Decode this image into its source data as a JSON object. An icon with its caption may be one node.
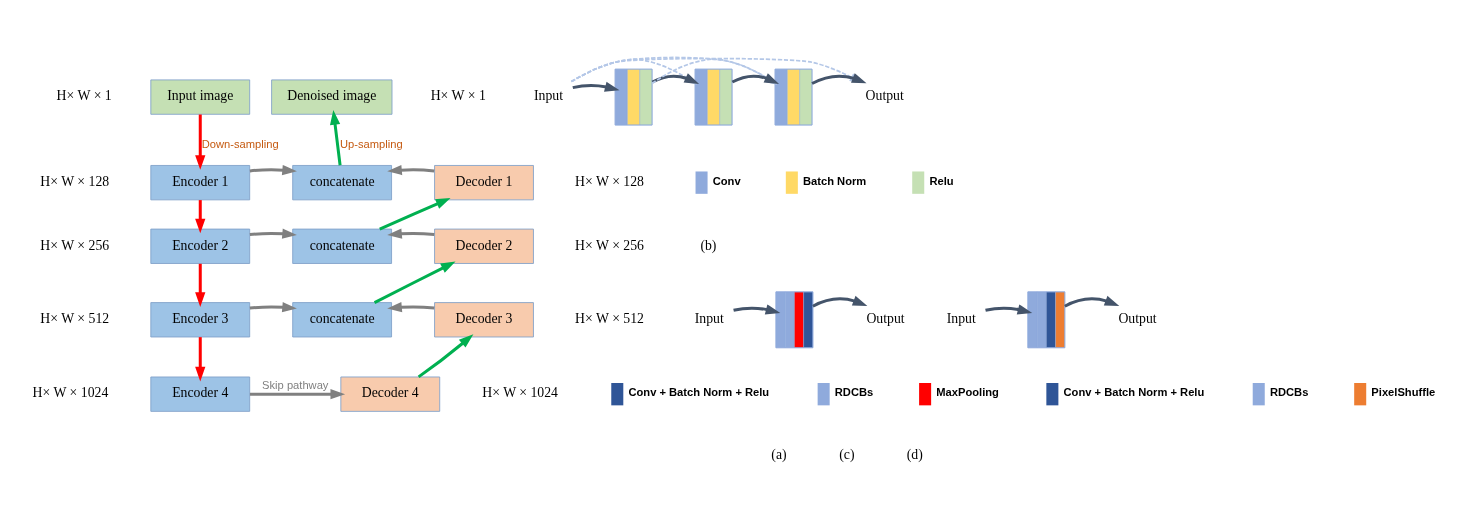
{
  "diagram": {
    "nodes": [
      {
        "text": [
          "Input image"
        ],
        "beside": [
          "H× W × 1"
        ]
      },
      {
        "text": [
          "Encoder 1"
        ],
        "beside": [
          "H× W × 128"
        ]
      },
      {
        "text": [
          "Encoder 2"
        ],
        "beside": [
          "H× W × 256"
        ]
      },
      {
        "text": [
          "Encoder 3"
        ],
        "beside": [
          "H× W × 512"
        ]
      },
      {
        "text": [
          "Encoder 4"
        ],
        "beside": [
          "H× W × 1024"
        ]
      },
      {
        "text": [
          "concatenate"
        ]
      },
      {
        "text": [
          "concatenate"
        ]
      },
      {
        "text": [
          "concatenate"
        ]
      },
      {
        "text": [
          "Denoised image"
        ],
        "beside": [
          "H× W × 1"
        ]
      },
      {
        "text": [
          "Decoder 1"
        ],
        "beside": [
          "H× W × 128"
        ]
      },
      {
        "text": [
          "Decoder 2"
        ],
        "beside": [
          "H× W × 256"
        ]
      },
      {
        "text": [
          "Decoder 3"
        ],
        "beside": [
          "H× W × 512"
        ]
      },
      {
        "text": [
          "Decoder 4"
        ],
        "beside": [
          "H× W × 1024"
        ]
      },
      {
        "text": [
          "Input"
        ]
      },
      {
        "text": [],
        "shape": "box"
      },
      {
        "text": [],
        "shape": "box"
      },
      {
        "text": [],
        "shape": "box"
      },
      {
        "text": [
          "Output"
        ]
      },
      {
        "text": [
          "Input"
        ]
      },
      {
        "text": [],
        "shape": "box"
      },
      {
        "text": [
          "Output"
        ]
      },
      {
        "text": [
          "Input"
        ]
      },
      {
        "text": [],
        "shape": "box"
      },
      {
        "text": [
          "Output"
        ]
      }
    ],
    "edges": [
      {
        "from": 0,
        "to": 1,
        "arrow": "to",
        "label": "Down-sampling",
        "color": "#ff0000"
      },
      {
        "from": 1,
        "to": 2,
        "arrow": "to",
        "color": "#ff0000"
      },
      {
        "from": 2,
        "to": 3,
        "arrow": "to",
        "color": "#ff0000"
      },
      {
        "from": 3,
        "to": 4,
        "arrow": "to",
        "color": "#ff0000"
      },
      {
        "from": 1,
        "to": 5,
        "arrow": "to",
        "color": "#808080"
      },
      {
        "from": 2,
        "to": 6,
        "arrow": "to",
        "color": "#808080"
      },
      {
        "from": 3,
        "to": 7,
        "arrow": "to",
        "color": "#808080"
      },
      {
        "from": 9,
        "to": 5,
        "arrow": "to",
        "color": "#808080"
      },
      {
        "from": 10,
        "to": 6,
        "arrow": "to",
        "color": "#808080"
      },
      {
        "from": 11,
        "to": 7,
        "arrow": "to",
        "color": "#808080"
      },
      {
        "from": 4,
        "to": 12,
        "arrow": "to",
        "label": "Skip pathway",
        "color": "#808080"
      },
      {
        "from": 12,
        "to": 11,
        "arrow": "to",
        "color": "#00b050"
      },
      {
        "from": 7,
        "to": 10,
        "arrow": "to",
        "color": "#00b050"
      },
      {
        "from": 6,
        "to": 9,
        "arrow": "to",
        "color": "#00b050"
      },
      {
        "from": 5,
        "to": 8,
        "arrow": "to",
        "label": "Up-sampling",
        "color": "#00b050"
      },
      {
        "from": 13,
        "to": 14,
        "arrow": "to"
      },
      {
        "from": 14,
        "to": 15,
        "arrow": "to"
      },
      {
        "from": 15,
        "to": 16,
        "arrow": "to"
      },
      {
        "from": 16,
        "to": 17,
        "arrow": "to"
      },
      {
        "from": 13,
        "to": 15,
        "arrow": "to",
        "style": "dashed",
        "color": "#b4c7e7"
      },
      {
        "from": 14,
        "to": 16,
        "arrow": "to",
        "style": "dashed",
        "color": "#b4c7e7"
      },
      {
        "from": 13,
        "to": 16,
        "arrow": "to",
        "style": "dashed",
        "color": "#b4c7e7"
      },
      {
        "from": 13,
        "to": 17,
        "arrow": "to",
        "style": "dashed",
        "color": "#b4c7e7"
      },
      {
        "from": 18,
        "to": 19,
        "arrow": "to"
      },
      {
        "from": 19,
        "to": 20,
        "arrow": "to"
      },
      {
        "from": 21,
        "to": 22,
        "arrow": "to"
      },
      {
        "from": 22,
        "to": 23,
        "arrow": "to"
      }
    ],
    "labels": [
      "(a)",
      "(b)",
      "(c)",
      "(d)"
    ],
    "legend": [
      {
        "text": "Conv",
        "color": "#8faadc"
      },
      {
        "text": "Batch Norm",
        "color": "#ffd966"
      },
      {
        "text": "Relu",
        "color": "#c5e0b4"
      },
      {
        "text": "Conv + Batch Norm + Relu",
        "color": "#2f5597"
      },
      {
        "text": "RDCBs",
        "color": "#8faadc"
      },
      {
        "text": "MaxPooling",
        "color": "#ff0000"
      },
      {
        "text": "Conv + Batch Norm + Relu",
        "color": "#2f5597"
      },
      {
        "text": "RDCBs",
        "color": "#8faadc"
      },
      {
        "text": "PixelShuffle",
        "color": "#ed7d31"
      }
    ]
  }
}
